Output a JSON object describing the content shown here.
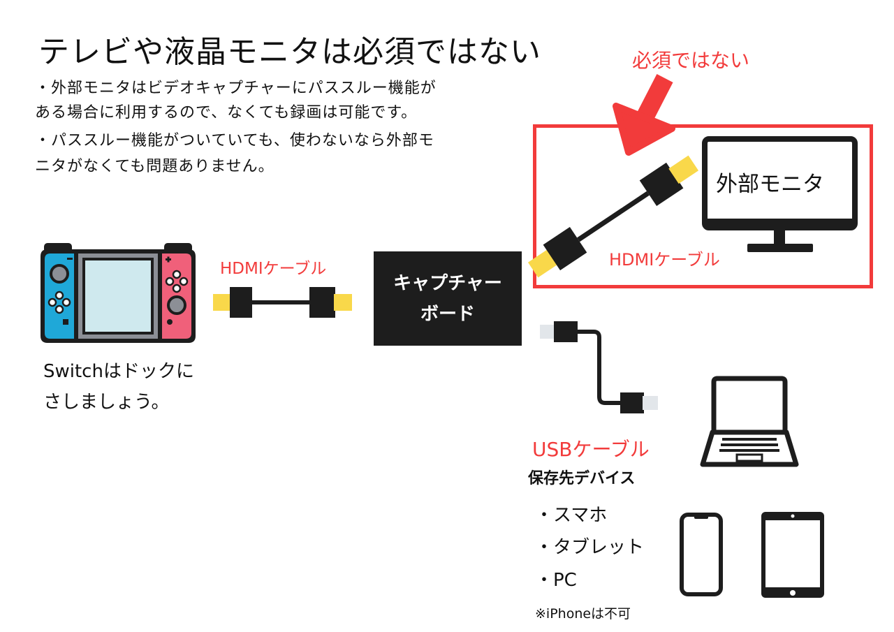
{
  "title": "テレビや液晶モニタは必須ではない",
  "notes": [
    "・外部モニタはビデオキャプチャーにパススルー機能が",
    "ある場合に利用するので、なくても録画は可能です。",
    "・パススルー機能がついていても、使わないなら外部モ",
    "ニタがなくても問題ありません。"
  ],
  "not_required_label": "必須ではない",
  "external_monitor_label": "外部モニタ",
  "hdmi_cable_label_1": "HDMIケーブル",
  "hdmi_cable_label_2": "HDMIケーブル",
  "capture_board": [
    "キャプチャー",
    "ボード"
  ],
  "switch_caption": [
    "Switchはドックに",
    "さしましょう。"
  ],
  "usb_cable_label": "USBケーブル",
  "storage_devices": {
    "heading": "保存先デバイス",
    "items": [
      "・スマホ",
      "・タブレット",
      "・PC"
    ],
    "note": "※iPhoneは不可"
  },
  "colors": {
    "accent_red": "#f23b3b",
    "hdmi_yellow": "#f9d84a",
    "usb_plug": "#e2e6ea",
    "dark": "#1d1d1d",
    "joycon_blue": "#1fa8d8",
    "joycon_red": "#f0607a",
    "screen": "#cfe9ee"
  },
  "icons": [
    "arrow-icon",
    "monitor-icon",
    "switch-console-icon",
    "laptop-icon",
    "smartphone-icon",
    "tablet-icon"
  ]
}
